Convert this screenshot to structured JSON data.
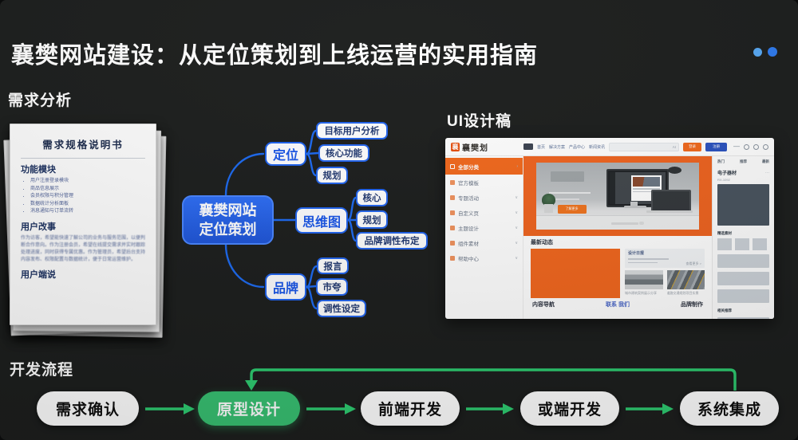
{
  "page": {
    "title": "襄樊网站建设：从定位策划到上线运营的实用指南"
  },
  "sections": {
    "requirements_label": "需求分析",
    "ui_design_label": "UI设计稿",
    "dev_process_label": "开发流程"
  },
  "colors": {
    "background": "#1d1f1e",
    "accent_blue": "#2160ea",
    "accent_orange": "#f2691d",
    "accent_green": "#2ecc71",
    "dot_light_blue": "#58a9f4",
    "dot_blue": "#2f7bef"
  },
  "document": {
    "title": "需求规格说明书",
    "h1": "功能模块",
    "bullets": [
      "用户注册登录模块",
      "商品信息展示",
      "会员权限与积分管理",
      "数据统计分析面板",
      "消息通知与订单流转"
    ],
    "h2": "用户改事",
    "paragraph": "作为访客，希望能快速了解公司的业务与服务范围，以便判断合作意向。作为注册会员，希望在线提交需求并实时跟踪处理进度，同时获得专属优惠。作为管理员，希望后台支持内容发布、权限配置与数据统计，便于日常运营维护。",
    "h3": "用户端说"
  },
  "mindmap": {
    "center": {
      "line1": "襄樊网站",
      "line2": "定位策划"
    },
    "branches": [
      {
        "label": "定位",
        "children": [
          "目标用户分析",
          "核心功能",
          "规划"
        ]
      },
      {
        "label": "思维图",
        "children": [
          "核心",
          "规划",
          "品牌调性布定"
        ]
      },
      {
        "label": "品牌",
        "children": [
          "报言",
          "市夸",
          "调性设定"
        ]
      }
    ]
  },
  "ui": {
    "logo": "襄樊划",
    "logo_glyph": "襄",
    "nav": [
      "首页",
      "解决方案",
      "产品中心",
      "新闻资讯"
    ],
    "search_hint": "AI",
    "btn_primary": "登录",
    "btn_secondary": "注册",
    "sidebar": [
      "全部分类",
      "官方模板",
      "专题活动",
      "自定义页",
      "主题设计",
      "组件素材",
      "帮助中心"
    ],
    "hero_cta": "了解更多",
    "content_heading": "最新动态",
    "card_title": "设计日报",
    "card_meta": "查看更多 >",
    "captions": [
      "城市建筑案例展示分享",
      "道路交通规划项目实景"
    ],
    "footer": [
      "内容导航",
      "联系 我们",
      "品牌制作"
    ],
    "panel": {
      "tabs": [
        "热门",
        "推荐",
        "最新"
      ],
      "section1": "电子器材",
      "sub1": "RX-1092",
      "section2": "精选素材",
      "section3": "相关推荐"
    }
  },
  "flow": {
    "steps": [
      {
        "label": "需求确认"
      },
      {
        "label": "原型设计"
      },
      {
        "label": "前端开发"
      },
      {
        "label": "或端开发"
      },
      {
        "label": "系统集成"
      }
    ]
  }
}
